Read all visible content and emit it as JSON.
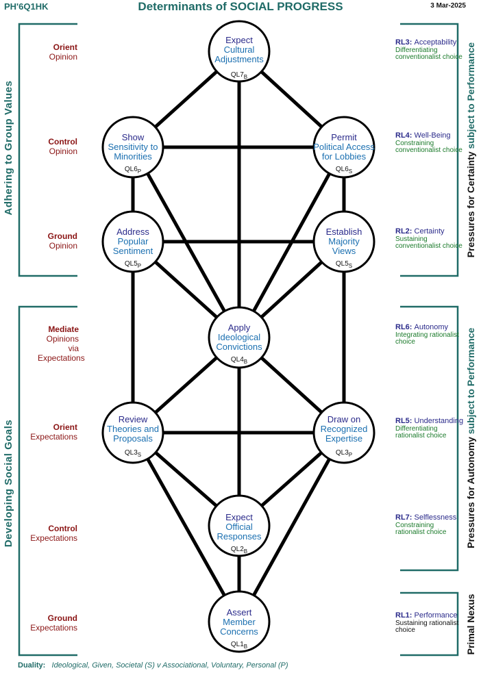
{
  "header": {
    "code": "PH'6Q1HK",
    "title": "Determinants of SOCIAL PROGRESS",
    "date": "3 Mar-2025"
  },
  "left": {
    "top_section": "Adhering to Group Values",
    "bottom_section": "Developing Social Goals"
  },
  "levels": [
    {
      "bold": "Orient",
      "text": "Opinion"
    },
    {
      "bold": "Control",
      "text": "Opinion"
    },
    {
      "bold": "Ground",
      "text": "Opinion"
    },
    {
      "bold": "Mediate",
      "text": "Opinions via Expectations"
    },
    {
      "bold": "Orient",
      "text": "Expectations"
    },
    {
      "bold": "Control",
      "text": "Expectations"
    },
    {
      "bold": "Ground",
      "text": "Expectations"
    }
  ],
  "nodes": {
    "ql7": {
      "l1": "Expect",
      "l2": "Cultural",
      "l3": "Adjustments",
      "code": "QL7",
      "sub": "B"
    },
    "ql6p": {
      "l1": "Show",
      "l2": "Sensitivity to",
      "l3": "Minorities",
      "code": "QL6",
      "sub": "P"
    },
    "ql6s": {
      "l1": "Permit",
      "l2": "Political Access",
      "l3": "for Lobbies",
      "code": "QL6",
      "sub": "S"
    },
    "ql5p": {
      "l1": "Address",
      "l2": "Popular",
      "l3": "Sentiment",
      "code": "QL5",
      "sub": "P"
    },
    "ql5s": {
      "l1": "Establish",
      "l2": "Majority",
      "l3": "Views",
      "code": "QL5",
      "sub": "S"
    },
    "ql4": {
      "l1": "Apply",
      "l2": "Ideological",
      "l3": "Convictions",
      "code": "QL4",
      "sub": "B"
    },
    "ql3s": {
      "l1": "Review",
      "l2": "Theories and",
      "l3": "Proposals",
      "code": "QL3",
      "sub": "S"
    },
    "ql3p": {
      "l1": "Draw on",
      "l2": "Recognized",
      "l3": "Expertise",
      "code": "QL3",
      "sub": "P"
    },
    "ql2": {
      "l1": "Expect",
      "l2": "Official",
      "l3": "Responses",
      "code": "QL2",
      "sub": "B"
    },
    "ql1": {
      "l1": "Assert",
      "l2": "Member",
      "l3": "Concerns",
      "code": "QL1",
      "sub": "B"
    }
  },
  "rl": [
    {
      "code": "RL3:",
      "name": "Acceptability",
      "desc": "Differentiating conventionalist choice",
      "dark": false
    },
    {
      "code": "RL4:",
      "name": "Well-Being",
      "desc": "Constraining conventionalist choice",
      "dark": false
    },
    {
      "code": "RL2:",
      "name": "Certainty",
      "desc": "Sustaining conventionalist choice",
      "dark": false
    },
    {
      "code": "RL6:",
      "name": "Autonomy",
      "desc": "Integrating rationalist choice",
      "dark": false
    },
    {
      "code": "RL5:",
      "name": "Understanding",
      "desc": "Differentiating rationalist choice",
      "dark": false
    },
    {
      "code": "RL7:",
      "name": "Selflessness",
      "desc": "Constraining rationalist choice",
      "dark": false
    },
    {
      "code": "RL1:",
      "name": "Performance",
      "desc": "Sustaining rationalist choice",
      "dark": true
    }
  ],
  "right": {
    "certainty": {
      "a": "Pressures for ",
      "b": "Certainty",
      "c": " subject to Performance"
    },
    "autonomy": {
      "a": "Pressures for ",
      "b": "Autonomy",
      "c": " subject to Performance"
    },
    "primal": "Primal Nexus"
  },
  "footer": {
    "label": "Duality:",
    "text": "Ideological, Given, Societal (S)  v  Associational, Voluntary, Personal (P)"
  },
  "colors": {
    "teal": "#1f6b67",
    "maroon": "#8a1414",
    "navy": "#2a2a8a",
    "blue": "#1a6fb0",
    "green": "#1a7a2a"
  }
}
